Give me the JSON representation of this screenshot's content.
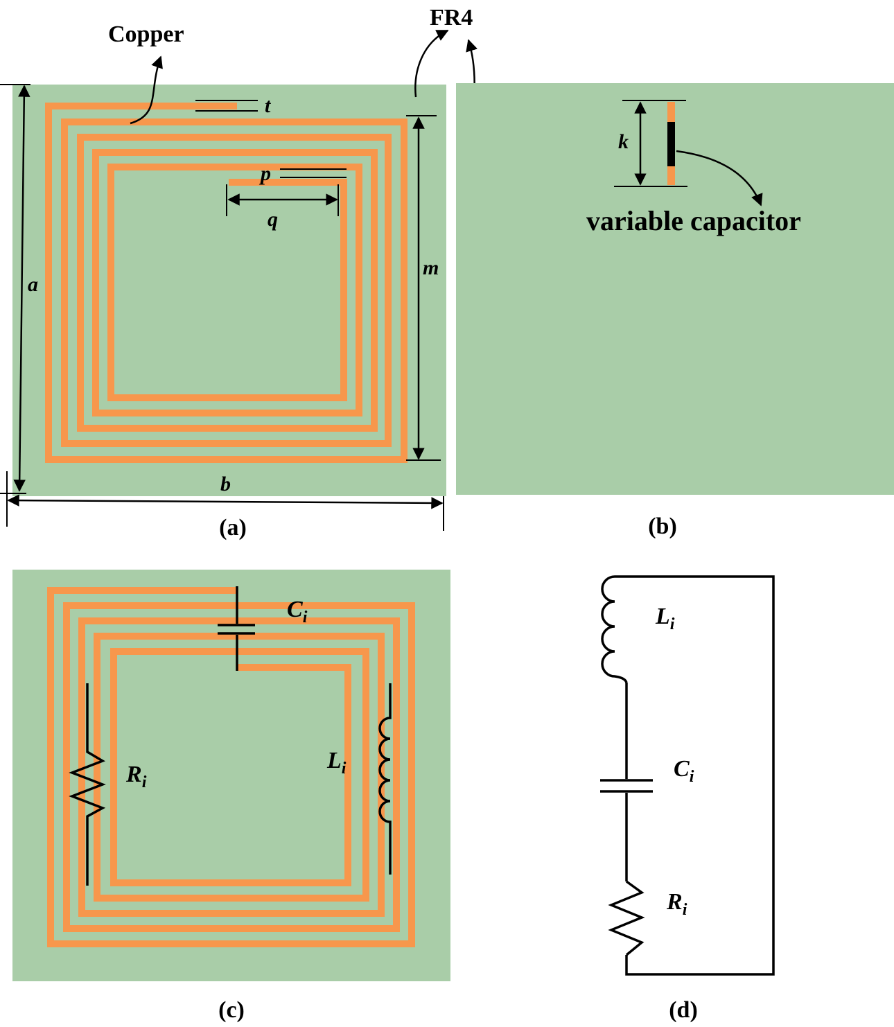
{
  "colors": {
    "substrate": "#a9cda8",
    "copper": "#f7974c",
    "ink": "#000000",
    "capacitor_body": "#000000"
  },
  "panel_a": {
    "caption": "(a)",
    "copper_label": "Copper",
    "fr4_label": "FR4",
    "dims": {
      "a": "a",
      "b": "b",
      "m": "m",
      "t": "t",
      "p": "p",
      "q": "q"
    }
  },
  "panel_b": {
    "caption": "(b)",
    "k_label": "k",
    "capacitor_label": "variable capacitor"
  },
  "panel_c": {
    "caption": "(c)",
    "C": {
      "main": "C",
      "sub": "i"
    },
    "L": {
      "main": "L",
      "sub": "i"
    },
    "R": {
      "main": "R",
      "sub": "i"
    }
  },
  "panel_d": {
    "caption": "(d)",
    "L": {
      "main": "L",
      "sub": "i"
    },
    "C": {
      "main": "C",
      "sub": "i"
    },
    "R": {
      "main": "R",
      "sub": "i"
    }
  }
}
